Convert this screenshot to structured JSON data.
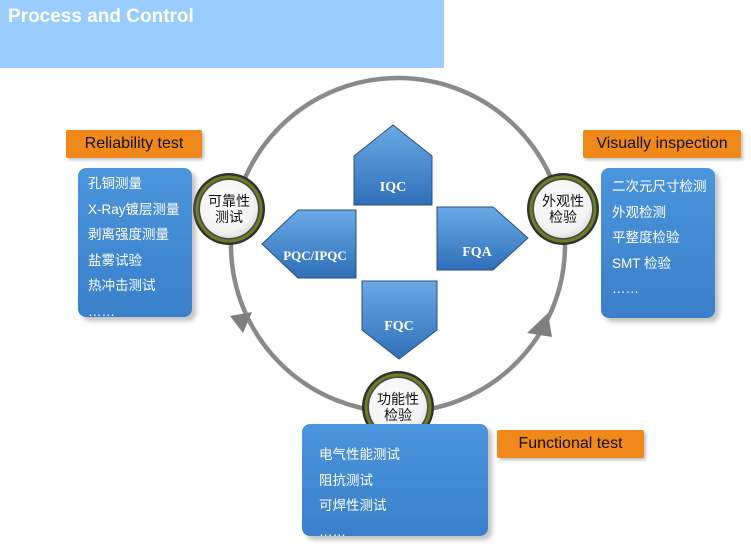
{
  "header": {
    "title": "Process and Control"
  },
  "center_arrows": {
    "top": "IQC",
    "left": "PQC/IPQC",
    "right": "FQA",
    "bottom": "FQC"
  },
  "reliability": {
    "label": "Reliability test",
    "node": [
      "可靠性",
      "测试"
    ],
    "items": [
      "孔铜测量",
      "X-Ray镀层测量",
      "剥离强度测量",
      "盐雾试验",
      "热冲击测试",
      "……"
    ]
  },
  "visual": {
    "label": "Visually inspection",
    "node": [
      "外观性",
      "检验"
    ],
    "items": [
      "二次元尺寸检测",
      "外观检测",
      "平整度检验",
      "SMT 检验",
      "……"
    ]
  },
  "functional": {
    "label": "Functional test",
    "node": [
      "功能性",
      "检验"
    ],
    "items": [
      "电气性能测试",
      "阻抗测试",
      "可焊性测试",
      "……"
    ]
  },
  "colors": {
    "accent_blue": "#3f86d0",
    "orange": "#f0891a",
    "header": "#99ccff",
    "ring": "#8a8a8a",
    "node_ring": "#5c6e1e"
  }
}
